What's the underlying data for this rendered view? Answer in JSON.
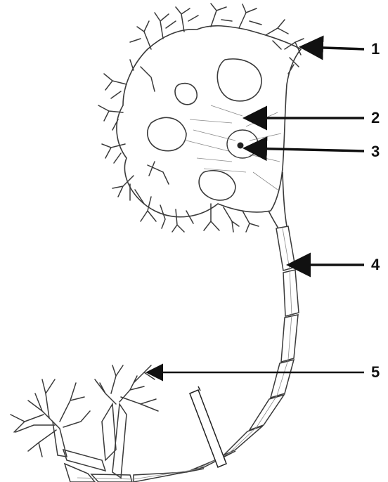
{
  "labels": [
    {
      "id": "1",
      "text": "1"
    },
    {
      "id": "2",
      "text": "2"
    },
    {
      "id": "3",
      "text": "3"
    },
    {
      "id": "4",
      "text": "4"
    },
    {
      "id": "5",
      "text": "5"
    }
  ],
  "colors": {
    "ink": "#111111",
    "line": "#3a3a3a",
    "fiber": "#8a8a8a",
    "background": "#ffffff"
  }
}
